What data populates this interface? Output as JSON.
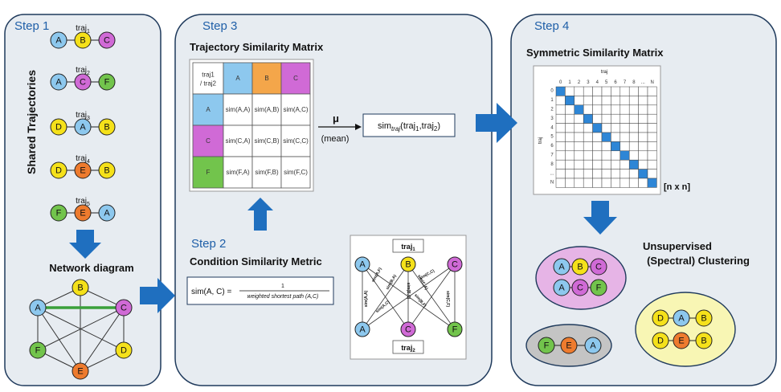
{
  "colors": {
    "A": "#8dc8ee",
    "B": "#f5e11a",
    "C": "#d06ad6",
    "D": "#f5e11a",
    "E": "#ee7b2e",
    "F": "#72c44c",
    "arrow": "#1f6fbf",
    "panel_fill": "#e7ecf1",
    "panel_stroke": "#1f3a5c"
  },
  "step1": {
    "label": "Step 1",
    "side_title": "Shared Trajectories",
    "trajectories": [
      {
        "label": "traj",
        "sub": "1",
        "nodes": [
          "A",
          "B",
          "C"
        ]
      },
      {
        "label": "traj",
        "sub": "2",
        "nodes": [
          "A",
          "C",
          "F"
        ]
      },
      {
        "label": "traj",
        "sub": "3",
        "nodes": [
          "D",
          "A",
          "B"
        ]
      },
      {
        "label": "traj",
        "sub": "4",
        "nodes": [
          "D",
          "E",
          "B"
        ]
      },
      {
        "label": "traj",
        "sub": "5",
        "nodes": [
          "F",
          "E",
          "A"
        ]
      }
    ],
    "network_title": "Network diagram",
    "network_nodes": [
      "B",
      "A",
      "C",
      "F",
      "D",
      "E"
    ]
  },
  "step2": {
    "label": "Step 2",
    "title": "Condition Similarity Metric",
    "formula_lhs": "sim(A, C) = ",
    "formula_num": "1",
    "formula_den": "weighted shortest path (A,C)",
    "traj1_label": "traj",
    "traj1_sub": "1",
    "traj2_label": "traj",
    "traj2_sub": "2",
    "top_nodes": [
      "A",
      "B",
      "C"
    ],
    "bottom_nodes": [
      "A",
      "C",
      "F"
    ],
    "edge_labels": [
      "sim(A,A)",
      "sim(A,F)",
      "sim(B,A)",
      "sim(B,C)",
      "sim(C,A)",
      "sim(C,F)",
      "sim(B,F)",
      "sim(A,C)",
      "sim(C,C)"
    ]
  },
  "step3": {
    "label": "Step 3",
    "title": "Trajectory Similarity Matrix",
    "corner": [
      "traj1",
      "/ traj2"
    ],
    "col_headers": [
      "A",
      "B",
      "C"
    ],
    "rows": [
      {
        "header": "A",
        "cells": [
          "sim(A,A)",
          "sim(A,B)",
          "sim(A,C)"
        ]
      },
      {
        "header": "C",
        "cells": [
          "sim(C,A)",
          "sim(C,B)",
          "sim(C,C)"
        ]
      },
      {
        "header": "F",
        "cells": [
          "sim(F,A)",
          "sim(F,B)",
          "sim(F,C)"
        ]
      }
    ],
    "mu": "μ",
    "mean": "(mean)",
    "result_prefix": "sim",
    "result_sub": "traj",
    "result_args": "(traj",
    "result_a1": "1",
    "result_sep": ",traj",
    "result_a2": "2",
    "result_close": ")"
  },
  "step4": {
    "label": "Step 4",
    "title": "Symmetric Similarity Matrix",
    "axis_label": "traj",
    "ticks": [
      "0",
      "1",
      "2",
      "3",
      "4",
      "5",
      "6",
      "7",
      "8",
      "...",
      "N"
    ],
    "size_label": "[n x n]",
    "clustering_line1": "Unsupervised",
    "clustering_line2": "(Spectral) Clustering",
    "clusters": [
      {
        "rows": [
          [
            "A",
            "B",
            "C"
          ],
          [
            "A",
            "C",
            "F"
          ]
        ],
        "fill": "#e6b4e6"
      },
      {
        "rows": [
          [
            "D",
            "A",
            "B"
          ],
          [
            "D",
            "E",
            "B"
          ]
        ],
        "fill": "#f8f6b4"
      },
      {
        "rows": [
          [
            "F",
            "E",
            "A"
          ]
        ],
        "fill": "#c4c4c4"
      }
    ]
  }
}
